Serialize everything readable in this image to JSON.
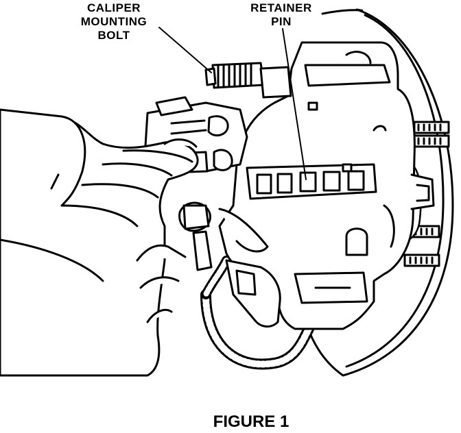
{
  "labels": {
    "caliper_mounting_bolt": [
      "CALIPER",
      "MOUNTING",
      "BOLT"
    ],
    "retainer_pin": [
      "RETAINER",
      "PIN"
    ]
  },
  "caption": "FIGURE 1"
}
